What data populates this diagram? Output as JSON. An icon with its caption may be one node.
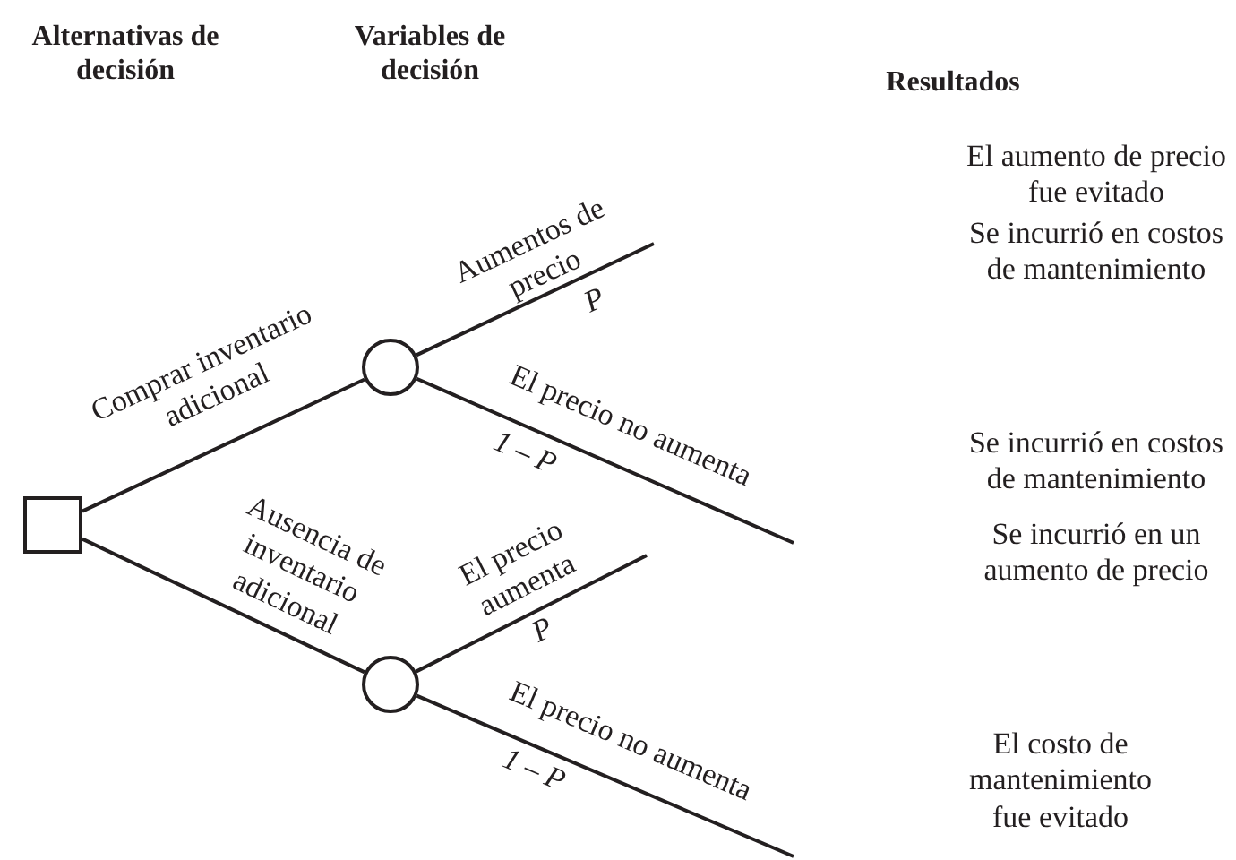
{
  "diagram": {
    "nodes": [
      {
        "text": [],
        "shape": "box"
      },
      {
        "text": [],
        "shape": "circle"
      },
      {
        "text": [],
        "shape": "circle"
      }
    ],
    "edges": [
      {
        "from": 0,
        "to": 1,
        "arrow": "none",
        "label": "Comprar inventario adicional"
      },
      {
        "from": 0,
        "to": 2,
        "arrow": "none",
        "label": "Ausencia de inventario adicional"
      },
      {
        "from": 1,
        "to": null,
        "arrow": "none",
        "label": "Aumentos de precio"
      },
      {
        "from": 1,
        "to": null,
        "arrow": "none",
        "label": "El precio no aumenta"
      },
      {
        "from": 2,
        "to": null,
        "arrow": "none",
        "label": "El precio aumenta"
      },
      {
        "from": 2,
        "to": null,
        "arrow": "none",
        "label": "El precio no aumenta"
      }
    ],
    "labels": [
      "Alternativas de decisión",
      "Variables de decisión",
      "Resultados",
      "P",
      "1 – P",
      "P",
      "1 – P",
      "El aumento de precio fue evitado",
      "Se incurrió en costos de mantenimiento",
      "Se incurrió en costos de mantenimiento",
      "Se incurrió en un aumento de precio",
      "El costo de mantenimiento fue evitado"
    ]
  }
}
